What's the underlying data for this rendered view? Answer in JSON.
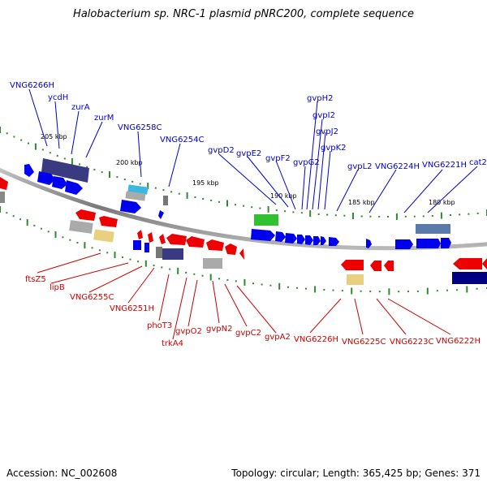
{
  "title": "Halobacterium sp. NRC-1 plasmid pNRC200, complete sequence",
  "footer": {
    "accession": "Accession: NC_002608",
    "summary": "Topology: circular; Length: 365,425 bp; Genes: 371"
  },
  "colors": {
    "forward": "#0000dd",
    "reverse": "#dd0000",
    "backbone": "#808080",
    "tick": "#2e8b2e",
    "navy": "#3a3a80",
    "gray": "#aaaaaa",
    "yellow": "#e8d080",
    "cyan": "#3bb8e0",
    "green": "#30c030"
  },
  "scale_labels": [
    "205 kbp",
    "200 kbp",
    "195 kbp",
    "190 kbp",
    "185 kbp",
    "180 kbp"
  ],
  "top_labels": [
    "VNG6266H",
    "ycdH",
    "zurA",
    "zurM",
    "VNG6258C",
    "VNG6254C",
    "gvpD2",
    "gvpE2",
    "gvpF2",
    "gvpG2",
    "gvpH2",
    "gvpI2",
    "gvpJ2",
    "gvpK2",
    "gvpL2",
    "VNG6224H",
    "VNG6221H",
    "cat2"
  ],
  "bottom_labels": [
    "ftsZ5",
    "lipB",
    "VNG6255C",
    "VNG6251H",
    "phoT3",
    "trkA4",
    "gvpO2",
    "gvpN2",
    "gvpC2",
    "gvpA2",
    "VNG6226H",
    "VNG6225C",
    "VNG6223C",
    "VNG6222H"
  ]
}
